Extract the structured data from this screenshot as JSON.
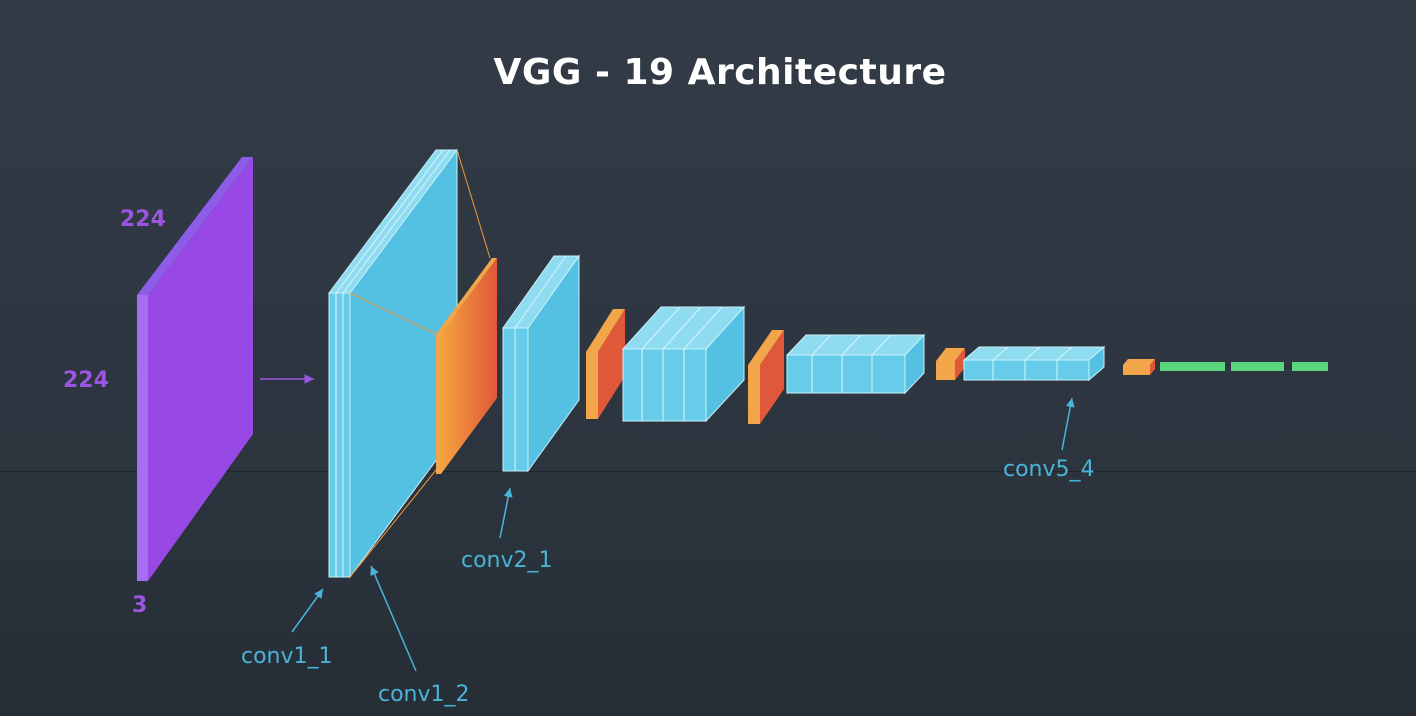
{
  "title": "VGG - 19 Architecture",
  "input": {
    "height": "224",
    "width": "224",
    "channels": "3"
  },
  "labels": {
    "conv1_1": "conv1_1",
    "conv1_2": "conv1_2",
    "conv2_1": "conv2_1",
    "conv5_4": "conv5_4"
  },
  "colors": {
    "background": "#2e3742",
    "input": "#9b4ee4",
    "conv": "#5ac6e6",
    "pool": "#f08a3a",
    "fc": "#5bd67e",
    "label_conv": "#4ab4d8",
    "label_input": "#9b55e0",
    "title": "#ffffff"
  }
}
